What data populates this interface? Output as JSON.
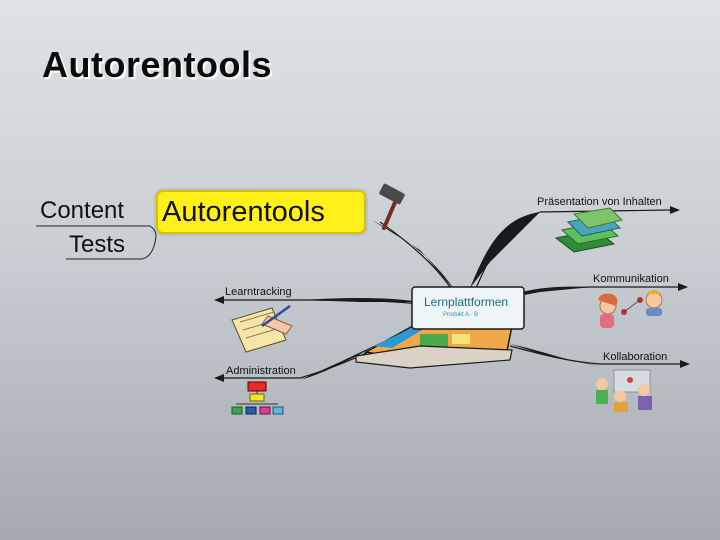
{
  "slide": {
    "title": "Autorentools"
  },
  "mindmap": {
    "central_topic": "Autorentools",
    "left_labels": [
      "Content",
      "Tests"
    ],
    "hub": {
      "title": "Lernplattformen",
      "subtitle": "Produkt A · B"
    },
    "branches": {
      "praesentation": "Präsentation von Inhalten",
      "kommunikation": "Kommunikation",
      "kollaboration": "Kollaboration",
      "learntracking": "Learntracking",
      "administration": "Administration"
    },
    "icons": [
      "hammer-icon",
      "books-icon",
      "people-talking-icon",
      "laptop-icon",
      "writing-hand-icon",
      "org-chart-icon",
      "children-group-icon"
    ],
    "colors": {
      "central_fill": "#ffef1a",
      "central_border": "#d8c200",
      "branch_line": "#1a1a1a",
      "hub_text": "#1d6a85"
    }
  }
}
